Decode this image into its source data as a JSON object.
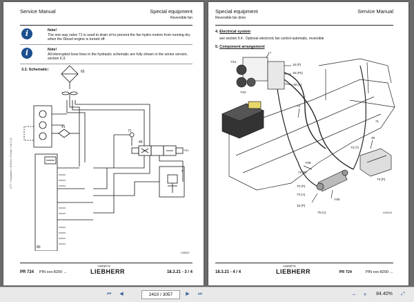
{
  "left_page": {
    "header_left": "Service Manual",
    "header_right": "Special equipment",
    "header_sub": "Reversible fan",
    "notes": [
      {
        "title": "Note!",
        "text": "The one way valve 71 is used to drain oil to prevent the fan hydro motors from running dry when the Diesel engine is turned off."
      },
      {
        "title": "Note!",
        "text": "All interrupted hose lines in the hydraulic schematic are fully shown in the series version, section 6.3."
      }
    ],
    "section_title": "3.2. Schematic:",
    "labels": {
      "l65": "65",
      "l71": "71",
      "l40": "40",
      "l41": "41",
      "l80": "80",
      "lys": "YS1",
      "l4": "4"
    },
    "fig_id": "108837",
    "side_text": "LFT / Vorgaben / 876/es / EN/de / 18.3.21",
    "footer_model": "PR 724",
    "footer_pin": "PIN xxx-8200 →",
    "footer_copy": "copyright by",
    "footer_logo": "LIEBHERR",
    "footer_page": "18.3.21 - 3 / 4"
  },
  "right_page": {
    "header_left": "Special equipment",
    "header_sub": "Reversible fan drive",
    "header_right": "Service Manual",
    "sec4_num": "4.",
    "sec4_title": "Electrical system",
    "sec4_text": "see section 9.4 . Optional electronic fan control automatic, reversible",
    "sec5_num": "5.",
    "sec5_title": "Component arrangement",
    "labels": {
      "ys1": "YS1",
      "ys2": "YS2",
      "l73a": "73",
      "l73b": "73",
      "l38": "38",
      "l15": "15 (P2)",
      "l71": "71",
      "l16": "16 (P)",
      "l38a": "38 (A)",
      "ys5": "YS5",
      "l73p": "73 (P)",
      "l73t": "73 (T)",
      "l70p": "70 (P)",
      "l73a2": "73 (A)",
      "l72": "72 (P)",
      "l15p": "15 (P)",
      "ys6": "YS6",
      "l75": "75 (A)"
    },
    "fig_id": "109629",
    "footer_page": "18.3.21 - 4 / 4",
    "footer_copy": "copyright by",
    "footer_logo": "LIEBHERR",
    "footer_model": "PR 724",
    "footer_pin": "PIN xxx-8200 →"
  },
  "toolbar": {
    "page_value": "2410 / 3057",
    "zoom": "84.40%",
    "first": "⏮",
    "prev": "◀",
    "next": "▶",
    "last": "⏭",
    "zoom_in": "+",
    "zoom_out": "−",
    "fit": "⤢",
    "colors": {
      "accent": "#3a5f9a"
    }
  }
}
